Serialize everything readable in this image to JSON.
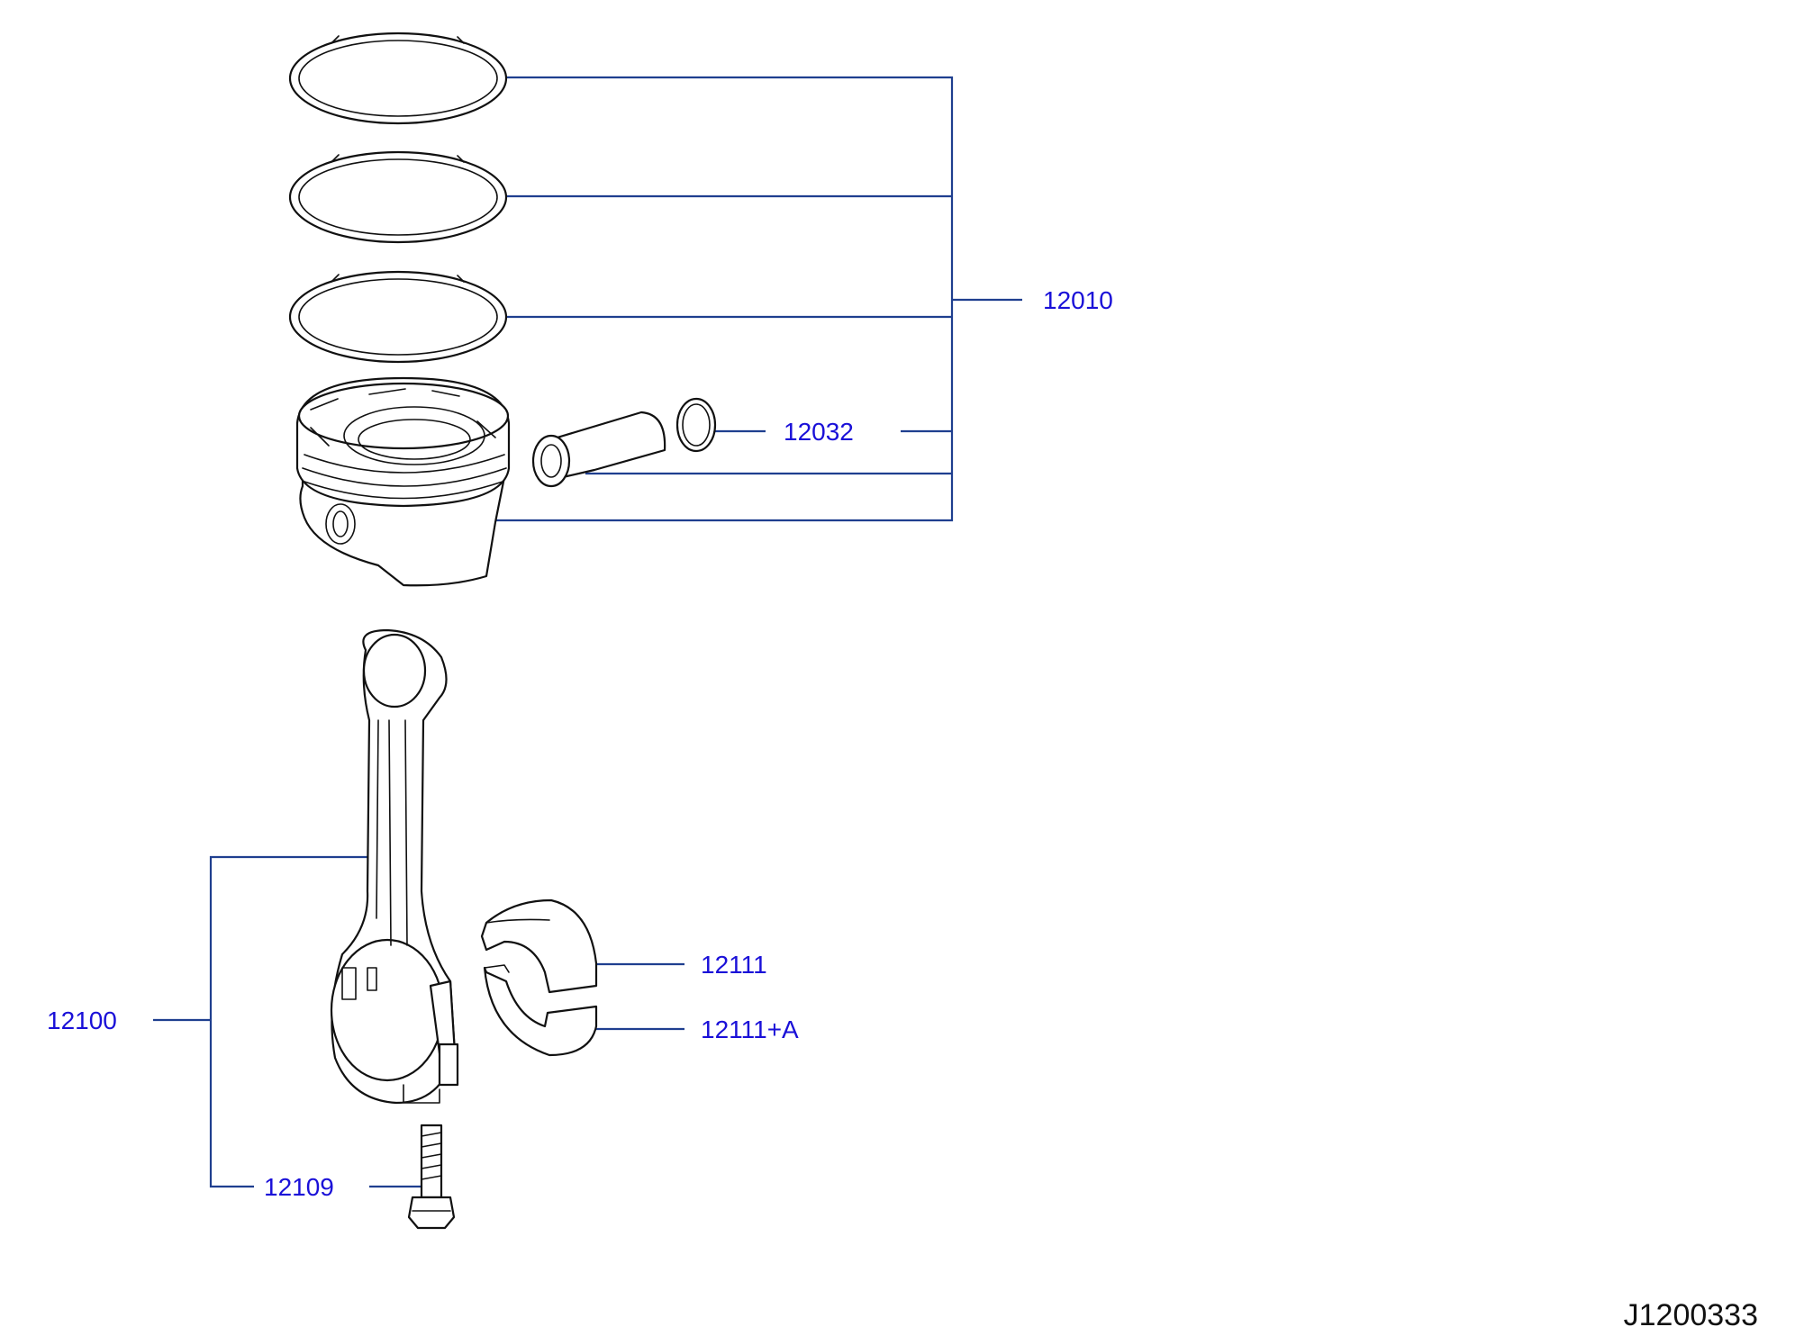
{
  "diagram": {
    "reference_code": "J1200333",
    "parts": {
      "piston_ring_set": "12010",
      "piston_pin_clip": "12032",
      "connecting_rod": "12100",
      "rod_bolt": "12109",
      "rod_bearing_upper": "12111",
      "rod_bearing_lower": "12111+A"
    }
  }
}
